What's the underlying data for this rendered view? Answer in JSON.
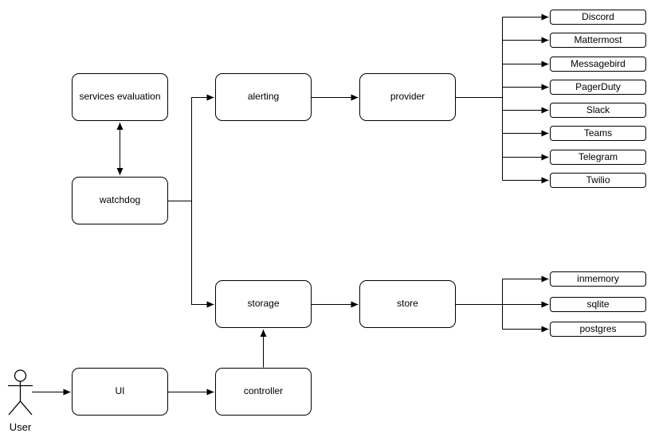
{
  "diagram": {
    "colors": {
      "stroke": "#000000",
      "node_fill": "#ffffff",
      "background": "#ffffff",
      "text": "#000000"
    },
    "nodes": {
      "services_evaluation": "services evaluation",
      "watchdog": "watchdog",
      "alerting": "alerting",
      "provider": "provider",
      "storage": "storage",
      "store": "store",
      "ui": "UI",
      "controller": "controller"
    },
    "provider_targets": [
      "Discord",
      "Mattermost",
      "Messagebird",
      "PagerDuty",
      "Slack",
      "Teams",
      "Telegram",
      "Twilio"
    ],
    "store_targets": [
      "inmemory",
      "sqlite",
      "postgres"
    ],
    "actor": {
      "label": "User"
    },
    "edges": [
      {
        "from": "services evaluation",
        "to": "watchdog",
        "direction": "both"
      },
      {
        "from": "watchdog",
        "to": "alerting",
        "direction": "forward"
      },
      {
        "from": "watchdog",
        "to": "storage",
        "direction": "forward"
      },
      {
        "from": "alerting",
        "to": "provider",
        "direction": "forward"
      },
      {
        "from": "provider",
        "to": "Discord",
        "direction": "forward"
      },
      {
        "from": "provider",
        "to": "Mattermost",
        "direction": "forward"
      },
      {
        "from": "provider",
        "to": "Messagebird",
        "direction": "forward"
      },
      {
        "from": "provider",
        "to": "PagerDuty",
        "direction": "forward"
      },
      {
        "from": "provider",
        "to": "Slack",
        "direction": "forward"
      },
      {
        "from": "provider",
        "to": "Teams",
        "direction": "forward"
      },
      {
        "from": "provider",
        "to": "Telegram",
        "direction": "forward"
      },
      {
        "from": "provider",
        "to": "Twilio",
        "direction": "forward"
      },
      {
        "from": "storage",
        "to": "store",
        "direction": "forward"
      },
      {
        "from": "store",
        "to": "inmemory",
        "direction": "forward"
      },
      {
        "from": "store",
        "to": "sqlite",
        "direction": "forward"
      },
      {
        "from": "store",
        "to": "postgres",
        "direction": "forward"
      },
      {
        "from": "User",
        "to": "UI",
        "direction": "forward"
      },
      {
        "from": "UI",
        "to": "controller",
        "direction": "forward"
      },
      {
        "from": "controller",
        "to": "storage",
        "direction": "forward"
      }
    ]
  }
}
